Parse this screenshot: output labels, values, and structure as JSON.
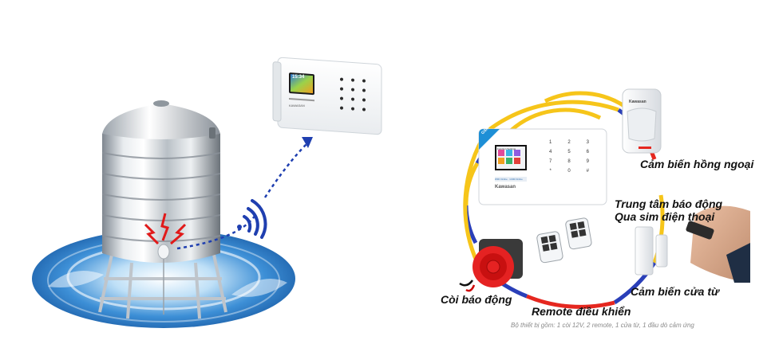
{
  "left_scene": {
    "description_icons": [
      "water-tank-icon",
      "water-splash-icon",
      "water-leak-sensor-icon",
      "wifi-signal-icon",
      "alarm-panel-icon"
    ],
    "panel_screen_time": "15:34",
    "panel_brand": "KAWASAN"
  },
  "right_scene": {
    "labels": {
      "pir": "Cảm biến hồng ngoại",
      "center_line1": "Trung tâm báo động",
      "center_line2": "Qua sim điện thoại",
      "door": "Cảm biến cửa từ",
      "siren": "Còi báo động",
      "remote": "Remote điều khiển"
    },
    "caption": "Bộ thiết bị gồm: 1 còi 12V, 2 remote, 1 cửa từ, 1 đầu dò cảm ứng",
    "panel": {
      "brand": "Kawasan",
      "badge": "GSM + WIFI",
      "screen_title": "Function Settings",
      "bottom_bar": "WIFI Online · GSM Online",
      "keys": [
        "1",
        "2",
        "3",
        "4",
        "5",
        "6",
        "7",
        "8",
        "9",
        "*",
        "0",
        "#"
      ]
    },
    "pir_brand": "Kawasan",
    "ring_colors": [
      "#f6c51a",
      "#e5271f",
      "#2a3fb8"
    ]
  }
}
